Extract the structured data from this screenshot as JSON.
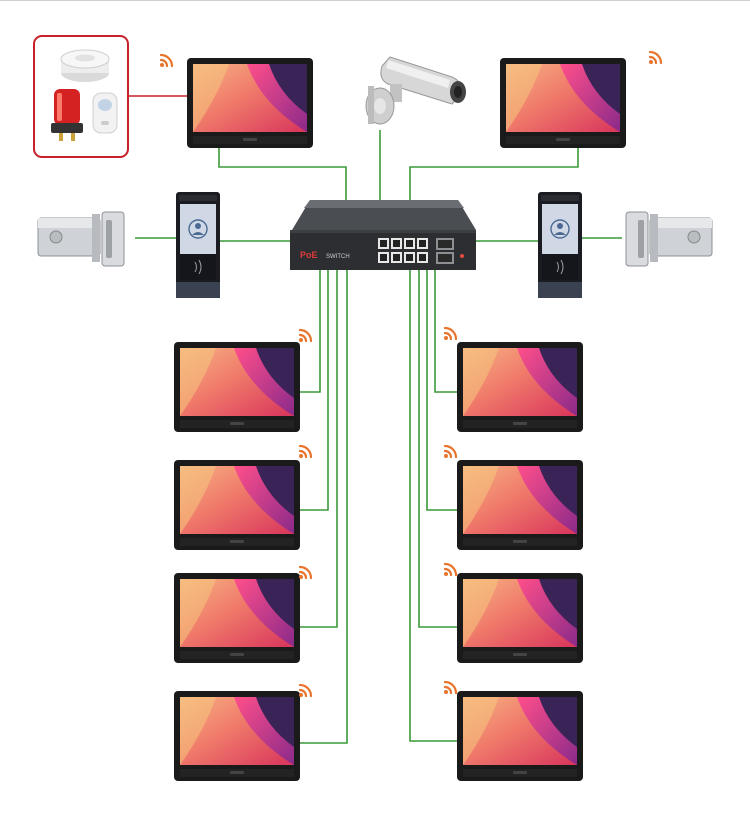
{
  "switch": {
    "brand": "PoE",
    "model": "SWITCH",
    "port_count": 10
  },
  "devices": {
    "alarm_kit": [
      "smoke-detector",
      "strobe-light",
      "motion-sensor"
    ],
    "camera": "bullet-camera",
    "door_stations": 2,
    "electric_locks": 2,
    "indoor_monitors": 10
  },
  "colors": {
    "link": "#3a9a3a",
    "alarm_link": "#c8202a",
    "wifi": "#e8742c",
    "monitor_bezel": "#1a1a1a"
  },
  "icons": {
    "wifi": "wifi-icon",
    "user": "user-icon"
  }
}
